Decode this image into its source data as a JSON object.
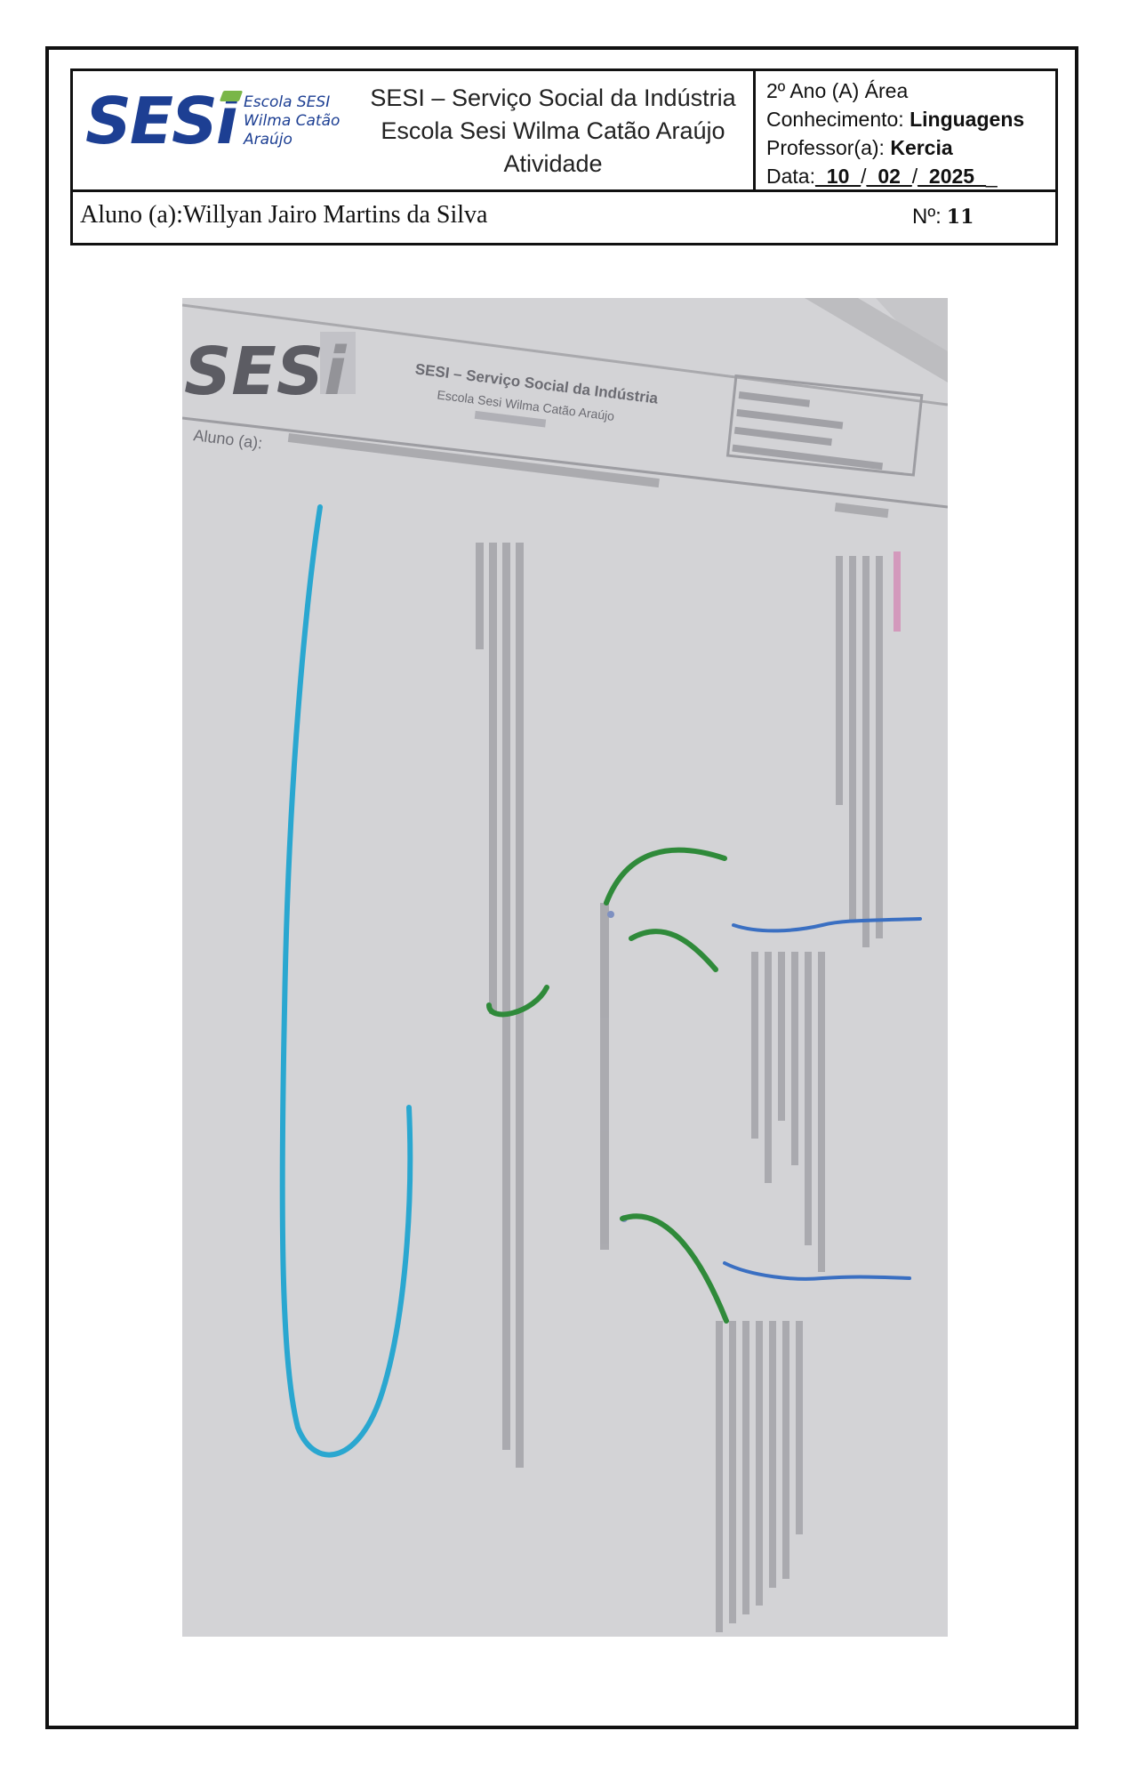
{
  "header": {
    "logo_text": "SESi",
    "logo_sub": "Escola SESI\nWilma Catão\nAraújo",
    "institution_line1": "SESI – Serviço Social da Indústria",
    "institution_line2": "Escola Sesi Wilma Catão Araújo",
    "institution_line3": "Atividade",
    "grade_area": "2º Ano (A) Área",
    "knowledge_label": "Conhecimento:",
    "knowledge_value": "Linguagens",
    "teacher_label": "Professor(a):",
    "teacher_value": "Kercia",
    "date_label": "Data:",
    "date_day": "_10_",
    "date_month": "_02_",
    "date_year": "_2025_",
    "date_trail": "_"
  },
  "student": {
    "label": "Aluno (a):",
    "name": "Willyan Jairo Martins da Silva",
    "number_label": "Nº:",
    "number_value": "11"
  },
  "photo": {
    "logo_text": "SESi",
    "header_line1": "SESI – Serviço Social da Indústria",
    "header_line2": "Escola Sesi Wilma Catão Araújo",
    "aluno_label": "Aluno (a):",
    "colors": {
      "paper": "#d3d3d6",
      "background": "#c6c6c9",
      "green_stroke": "#2f8a3a",
      "blue_stroke": "#3a6fc2",
      "cyan_stroke": "#2aa7d0",
      "ink": "#6b6b72"
    }
  }
}
